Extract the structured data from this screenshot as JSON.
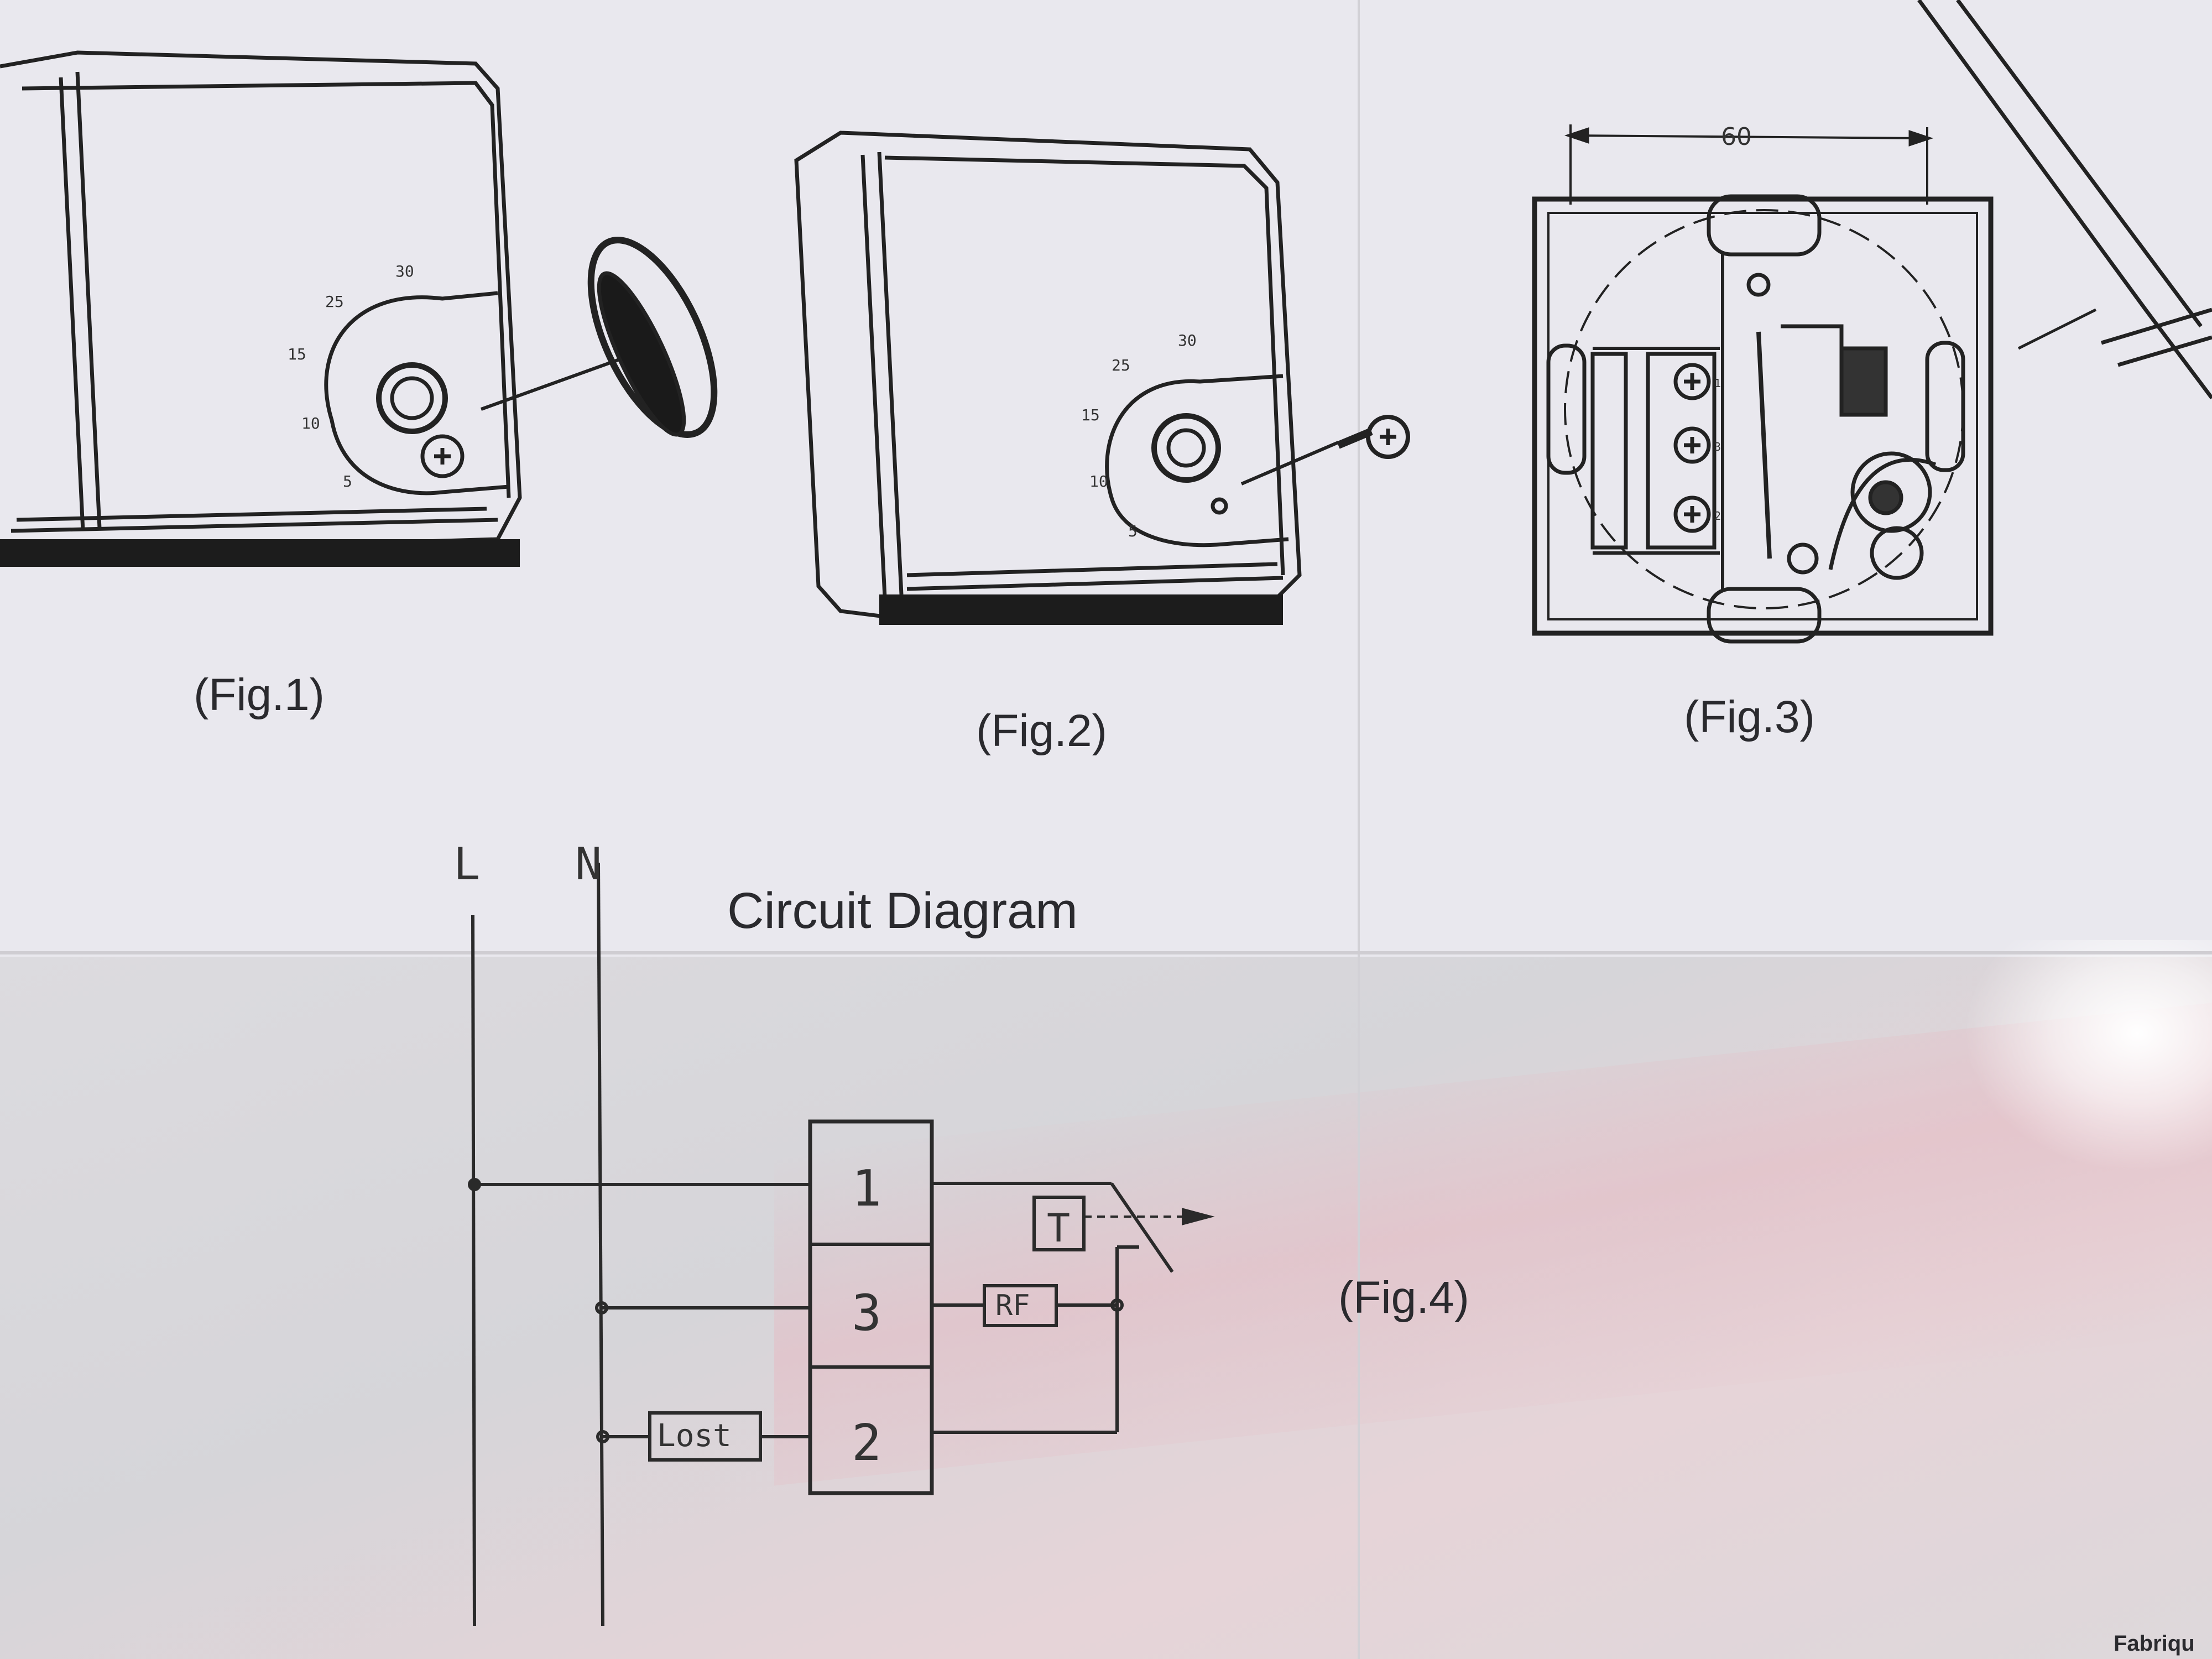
{
  "figures": {
    "fig1": {
      "caption": "(Fig.1)",
      "dial": [
        "30",
        "25",
        "15",
        "10",
        "5"
      ]
    },
    "fig2": {
      "caption": "(Fig.2)",
      "dial": [
        "30",
        "25",
        "15",
        "10",
        "5"
      ]
    },
    "fig3": {
      "caption": "(Fig.3)",
      "dimension": "60",
      "terminals": [
        "1",
        "3",
        "2"
      ]
    },
    "fig4": {
      "caption": "(Fig.4)"
    }
  },
  "circuit": {
    "title": "Circuit Diagram",
    "line_labels": {
      "live": "L",
      "neutral": "N"
    },
    "terminals": [
      "1",
      "3",
      "2"
    ],
    "components": {
      "thermostat": "T",
      "rf": "RF",
      "lost": "Lost"
    }
  },
  "footer": {
    "text": "Fabriqu"
  }
}
